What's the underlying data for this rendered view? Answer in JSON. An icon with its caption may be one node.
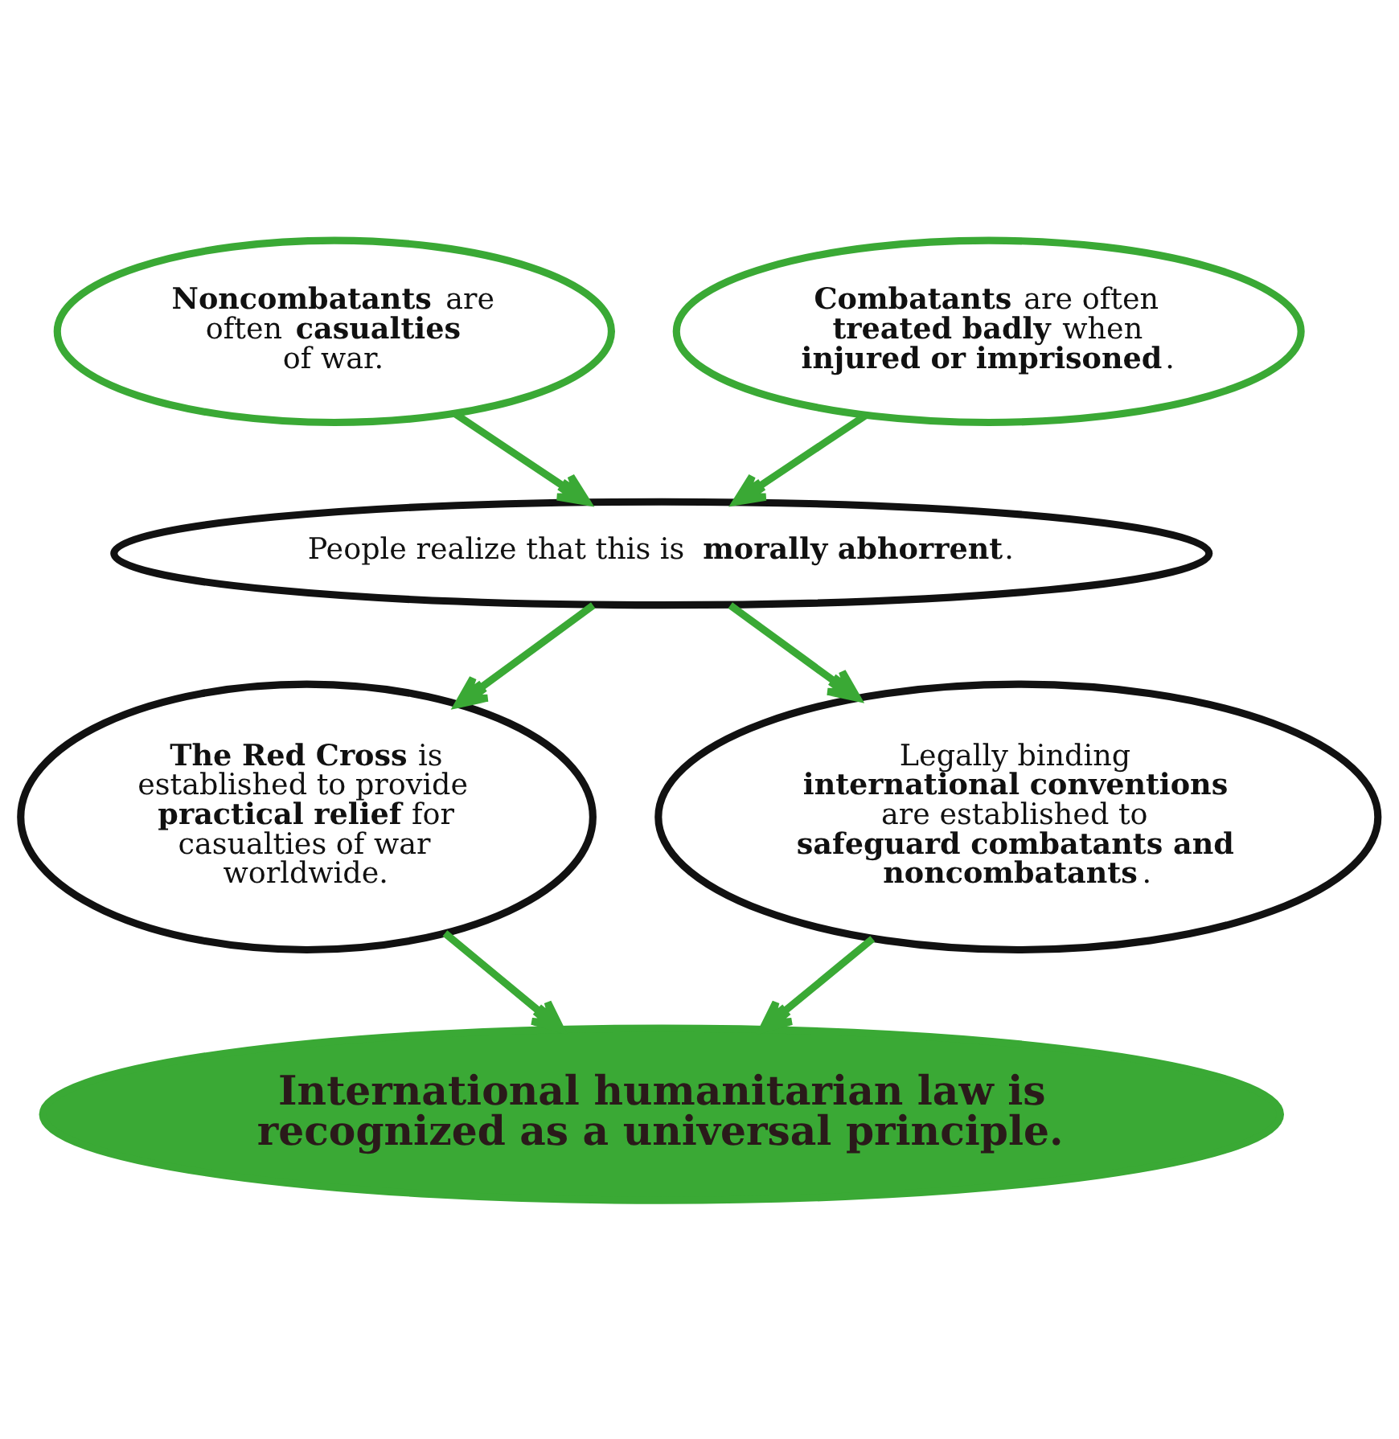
{
  "diagram": {
    "nodes": [
      {
        "text": [
          "**Noncombatants** are often **casualties** of war."
        ]
      },
      {
        "text": [
          "**Combatants** are often **treated badly** when **injured or imprisoned**."
        ]
      },
      {
        "text": [
          "People realize that this is **morally abhorrent**."
        ]
      },
      {
        "text": [
          "**The Red Cross** is established to provide **practical relief** for casualties of war worldwide."
        ]
      },
      {
        "text": [
          "Legally binding **international conventions** are established to **safeguard combatants and noncombatants**."
        ]
      },
      {
        "text": [
          "International humanitarian law is recognized as a universal principle."
        ]
      }
    ],
    "edges": [
      {
        "from": 0,
        "to": 2,
        "arrow": "to"
      },
      {
        "from": 1,
        "to": 2,
        "arrow": "to"
      },
      {
        "from": 2,
        "to": 3,
        "arrow": "to"
      },
      {
        "from": 2,
        "to": 4,
        "arrow": "to"
      },
      {
        "from": 3,
        "to": 5,
        "arrow": "to"
      },
      {
        "from": 4,
        "to": 5,
        "arrow": "to"
      }
    ]
  }
}
